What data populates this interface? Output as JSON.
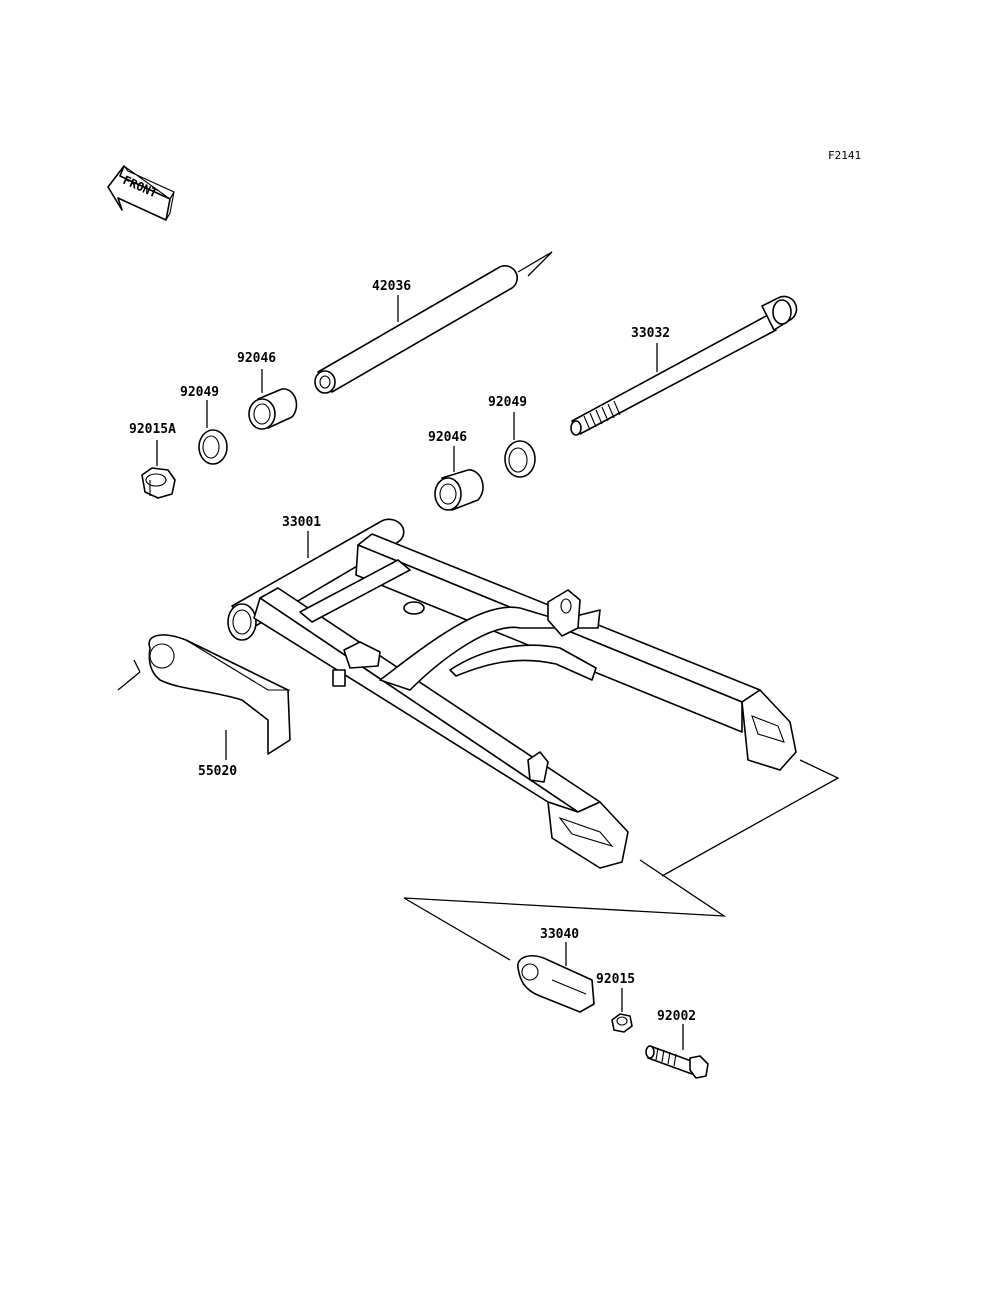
{
  "diagram_code": "F2141",
  "front_label": "FRONT",
  "parts": {
    "p42036": "42036",
    "p33032": "33032",
    "p92046a": "92046",
    "p92049a": "92049",
    "p92015A": "92015A",
    "p92049b": "92049",
    "p92046b": "92046",
    "p33001": "33001",
    "p55020": "55020",
    "p33040": "33040",
    "p92015": "92015",
    "p92002": "92002"
  }
}
